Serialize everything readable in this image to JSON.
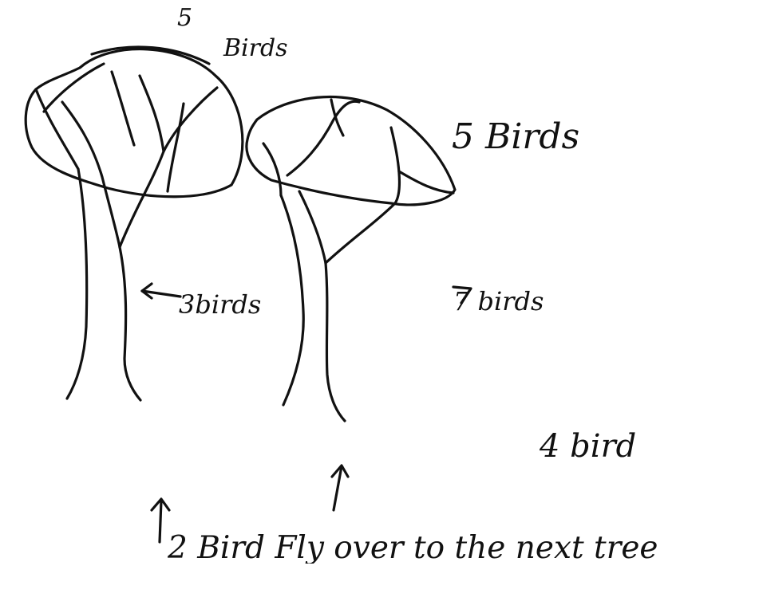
{
  "labels": {
    "tree1_top_count": "5",
    "tree1_top_unit": "Birds",
    "tree2_top": "5 Birds",
    "tree1_trunk": "3birds",
    "tree2_trunk": "7 birds",
    "flying": "4 bird",
    "caption": "2 Bird Fly over to the next tree"
  },
  "colors": {
    "ink": "#111111",
    "paper": "#ffffff"
  }
}
